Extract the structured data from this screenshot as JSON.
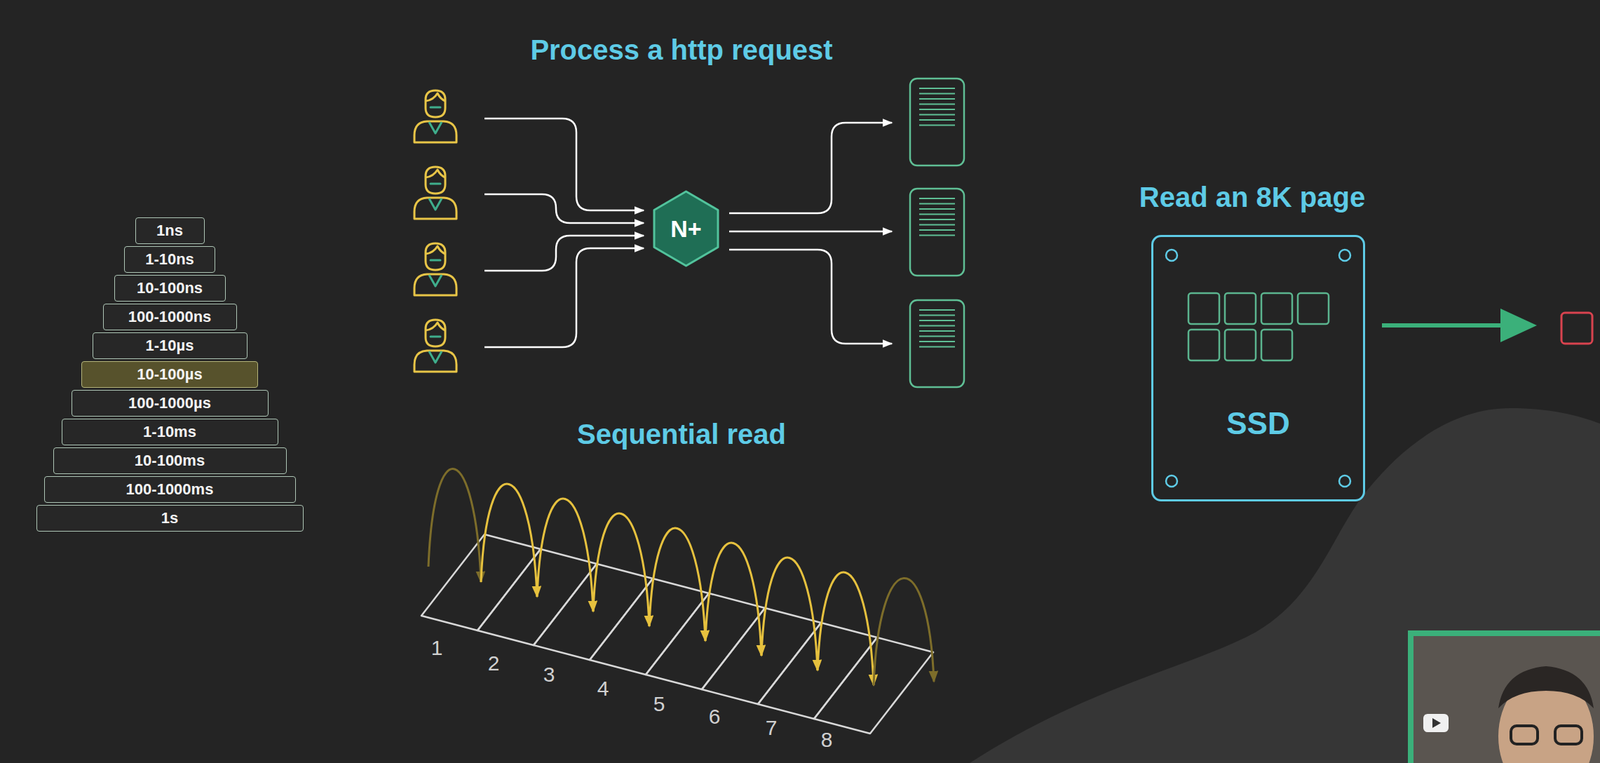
{
  "diagram": {
    "nodes": [
      {
        "text": [
          "1ns"
        ]
      },
      {
        "text": [
          "1-10ns"
        ]
      },
      {
        "text": [
          "10-100ns"
        ]
      },
      {
        "text": [
          "100-1000ns"
        ]
      },
      {
        "text": [
          "1-10µs"
        ]
      },
      {
        "text": [
          "10-100µs"
        ]
      },
      {
        "text": [
          "100-1000µs"
        ]
      },
      {
        "text": [
          "1-10ms"
        ]
      },
      {
        "text": [
          "10-100ms"
        ]
      },
      {
        "text": [
          "100-1000ms"
        ]
      },
      {
        "text": [
          "1s"
        ]
      },
      {
        "text": [
          "N+"
        ]
      },
      {
        "text": [
          "SSD"
        ]
      }
    ],
    "labels": [
      "Process a http request",
      "Sequential read",
      "1",
      "2",
      "3",
      "4",
      "5",
      "6",
      "7",
      "8",
      "Read an 8K page"
    ]
  }
}
